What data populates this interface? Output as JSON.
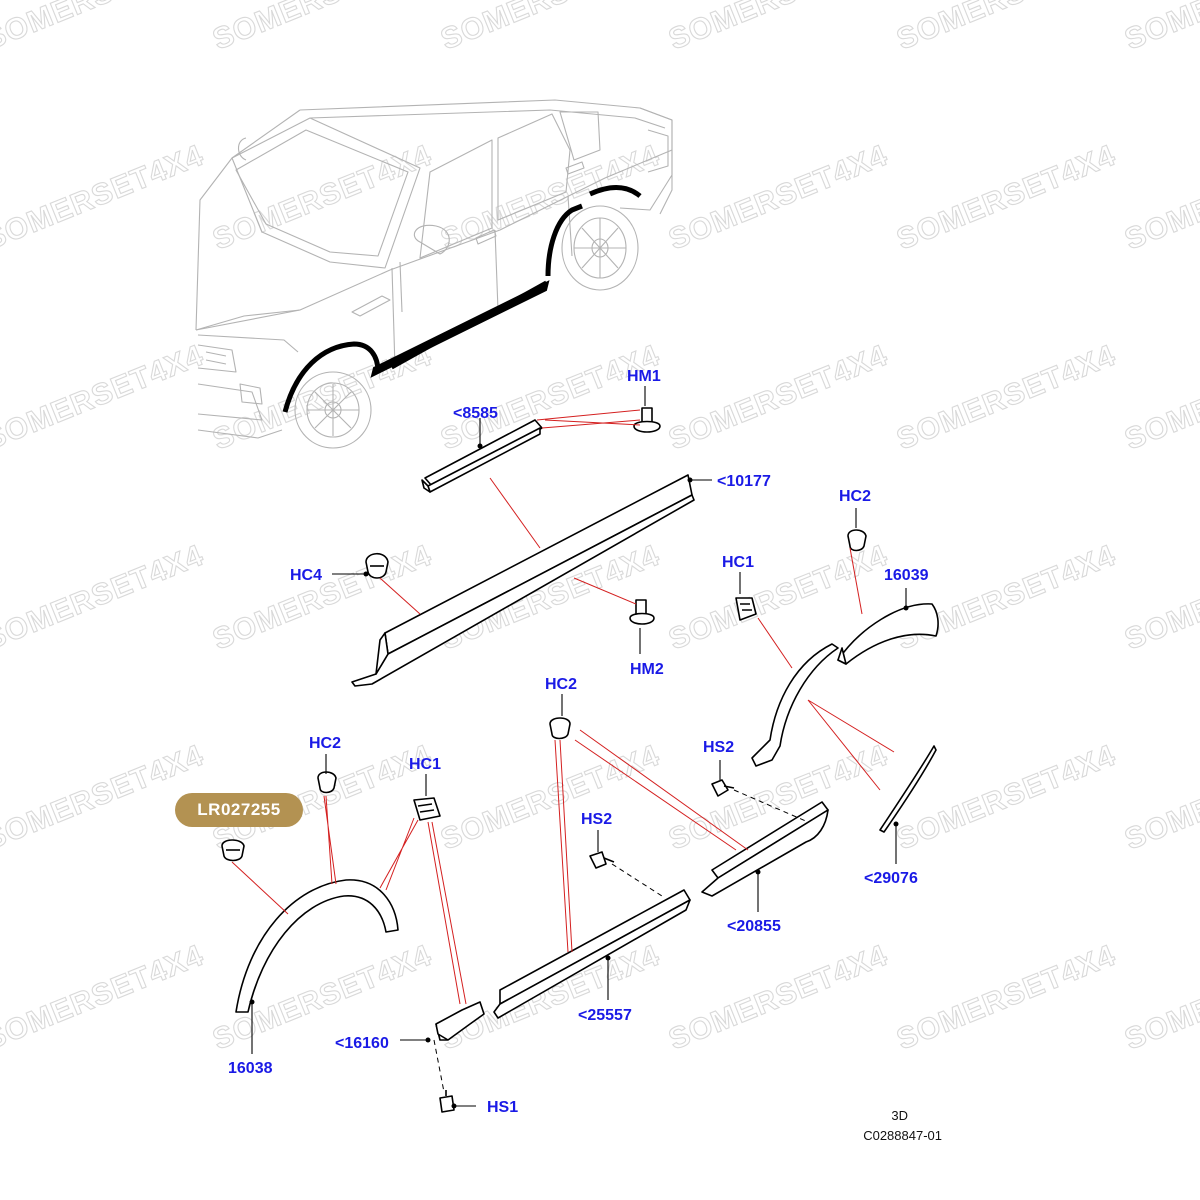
{
  "diagram": {
    "watermark_text": "SOMERSET4X4",
    "highlight_part_number": "LR027255",
    "view_code": "3D",
    "reference_code": "C0288847-01",
    "callouts": {
      "hm1": "HM1",
      "p8585": "<8585",
      "p10177": "<10177",
      "hc4": "HC4",
      "hm2": "HM2",
      "hc2_top": "HC2",
      "p16039": "16039",
      "hc1_right": "HC1",
      "hc2_mid": "HC2",
      "hs2_right": "HS2",
      "p29076": "<29076",
      "hc2_left": "HC2",
      "hc1_left": "HC1",
      "hs2_mid": "HS2",
      "p20855": "<20855",
      "p25557": "<25557",
      "p16160": "<16160",
      "p16038": "16038",
      "hs1": "HS1"
    },
    "colors": {
      "callout": "#1a1ae6",
      "leader": "#d42020",
      "badge": "#b39252",
      "watermark": "#d9d9d9"
    }
  }
}
